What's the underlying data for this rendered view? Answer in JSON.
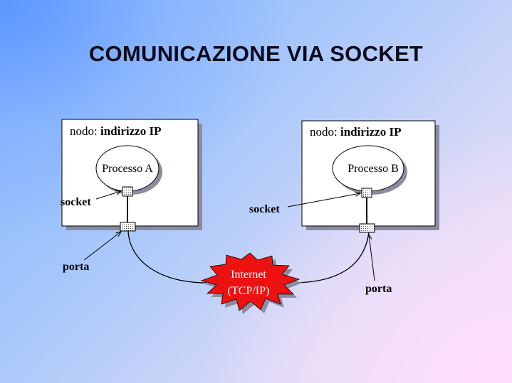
{
  "title": "COMUNICAZIONE VIA SOCKET",
  "nodes": [
    {
      "label_prefix": "nodo: ",
      "label_bold": "indirizzo IP",
      "process": "Processo A"
    },
    {
      "label_prefix": "nodo: ",
      "label_bold": "indirizzo IP",
      "process": "Processo B"
    }
  ],
  "labels": {
    "socket_left": "socket",
    "socket_right": "socket",
    "porta_left": "porta",
    "porta_right": "porta"
  },
  "network": {
    "line1": "Internet",
    "line2": "(TCP/IP)"
  },
  "colors": {
    "network_fill": "#ee1111",
    "box_fill": "#ffffff",
    "shadow": "#8c8ca0"
  }
}
